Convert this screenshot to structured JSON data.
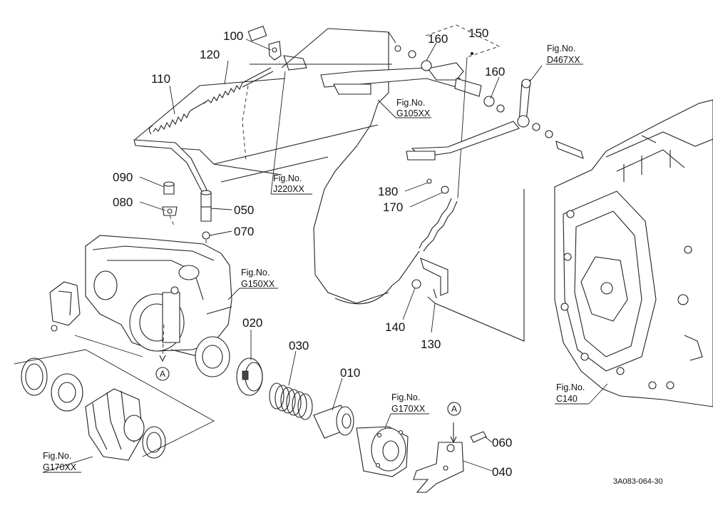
{
  "parts": {
    "p010": "010",
    "p020": "020",
    "p030": "030",
    "p040": "040",
    "p050": "050",
    "p060": "060",
    "p070": "070",
    "p080": "080",
    "p090": "090",
    "p100": "100",
    "p110": "110",
    "p120": "120",
    "p130": "130",
    "p140": "140",
    "p150": "150",
    "p160a": "160",
    "p160b": "160",
    "p170": "170",
    "p180": "180"
  },
  "figure_refs": {
    "g105": {
      "line1": "Fig.No.",
      "line2": "G105XX"
    },
    "j220": {
      "line1": "Fig.No.",
      "line2": "J220XX"
    },
    "d467": {
      "line1": "Fig.No.",
      "line2": "D467XX"
    },
    "g150": {
      "line1": "Fig.No.",
      "line2": "G150XX"
    },
    "g170a": {
      "line1": "Fig.No.",
      "line2": "G170XX"
    },
    "g170b": {
      "line1": "Fig.No.",
      "line2": "G170XX"
    },
    "c140": {
      "line1": "Fig.No.",
      "line2": "C140"
    }
  },
  "markers": {
    "a_left": "A",
    "a_right": "A"
  },
  "drawing_code": "3A083-064-30"
}
